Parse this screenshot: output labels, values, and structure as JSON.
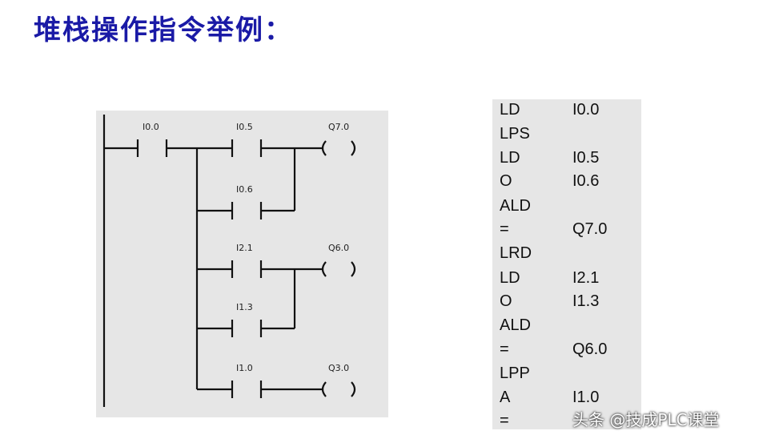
{
  "title": "堆栈操作指令举例：",
  "ladder": {
    "contacts": [
      {
        "label": "I0.0"
      },
      {
        "label": "I0.5"
      },
      {
        "label": "I0.6"
      },
      {
        "label": "I2.1"
      },
      {
        "label": "I1.3"
      },
      {
        "label": "I1.0"
      }
    ],
    "coils": [
      {
        "label": "Q7.0"
      },
      {
        "label": "Q6.0"
      },
      {
        "label": "Q3.0"
      }
    ]
  },
  "instructions": [
    {
      "op": "LD",
      "arg": "I0.0"
    },
    {
      "op": "LPS",
      "arg": ""
    },
    {
      "op": "LD",
      "arg": "I0.5"
    },
    {
      "op": "O",
      "arg": "I0.6"
    },
    {
      "op": "ALD",
      "arg": ""
    },
    {
      "op": "=",
      "arg": "Q7.0"
    },
    {
      "op": "LRD",
      "arg": ""
    },
    {
      "op": "LD",
      "arg": "I2.1"
    },
    {
      "op": "O",
      "arg": "I1.3"
    },
    {
      "op": "ALD",
      "arg": ""
    },
    {
      "op": "=",
      "arg": "Q6.0"
    },
    {
      "op": "LPP",
      "arg": ""
    },
    {
      "op": "A",
      "arg": "I1.0"
    },
    {
      "op": "=",
      "arg": ""
    }
  ],
  "watermark": "头条 @技成PLC课堂"
}
